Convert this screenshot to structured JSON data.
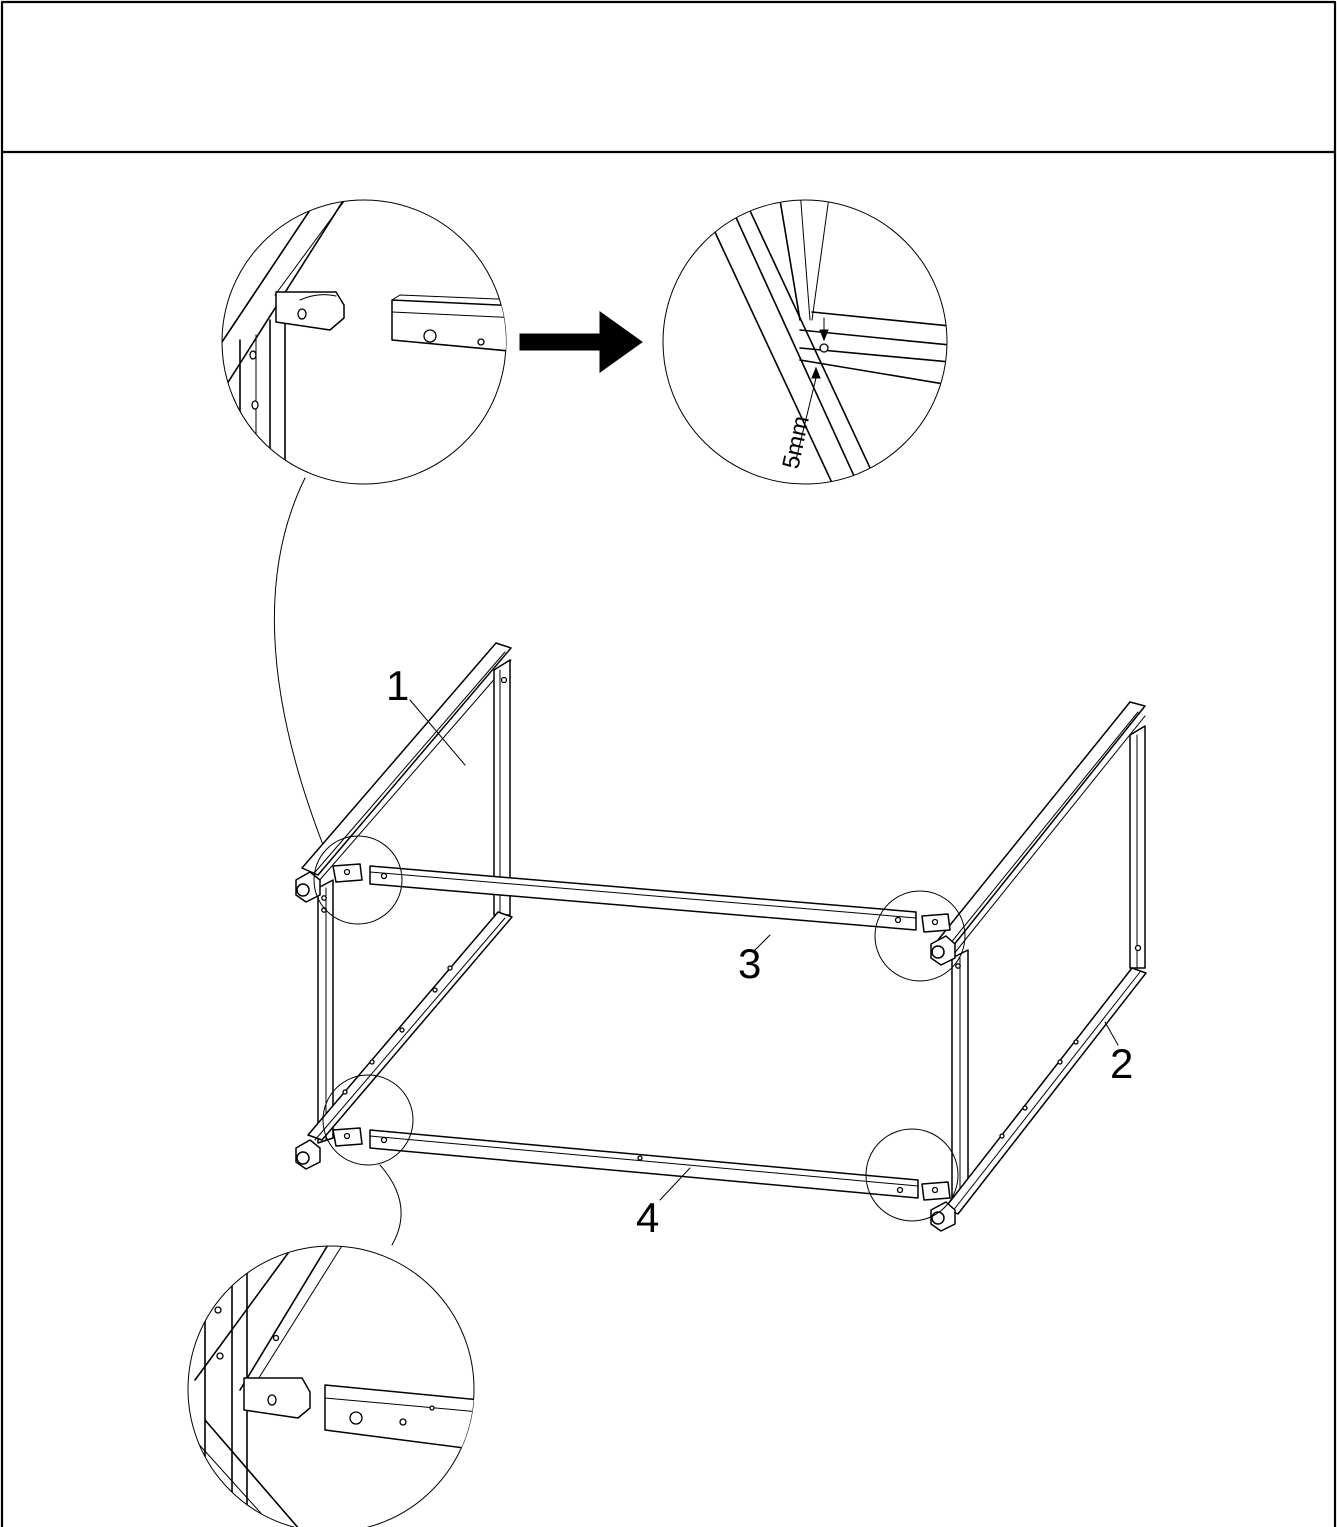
{
  "header": {
    "title": ""
  },
  "callouts": {
    "part_1": "1",
    "part_2": "2",
    "part_3": "3",
    "part_4": "4"
  },
  "detail": {
    "gap_dimension": "5mm"
  }
}
